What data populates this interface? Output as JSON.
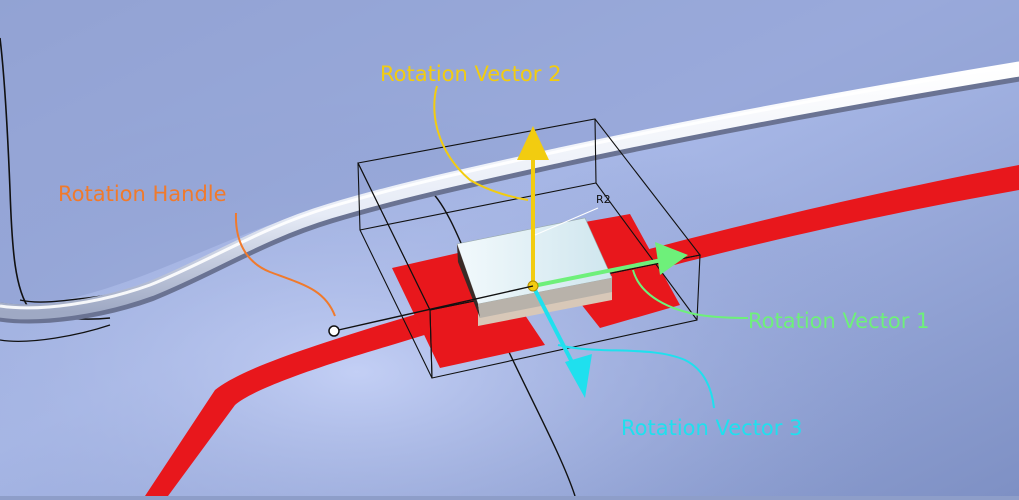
{
  "annotations": {
    "rotation_handle": "Rotation Handle",
    "rotation_vector_1": "Rotation Vector 1",
    "rotation_vector_2": "Rotation Vector 2",
    "rotation_vector_3": "Rotation Vector 3"
  },
  "component": {
    "reference_designator": "R2"
  },
  "colors": {
    "handle_label": "#f07a2c",
    "vector_1": "#6ef07a",
    "vector_2": "#f2cc10",
    "vector_3": "#1fe0ee",
    "trace": "#e8171c",
    "surface": "#8fa2d4"
  },
  "icons": {
    "rotation_handle": "handle-dot-icon"
  }
}
